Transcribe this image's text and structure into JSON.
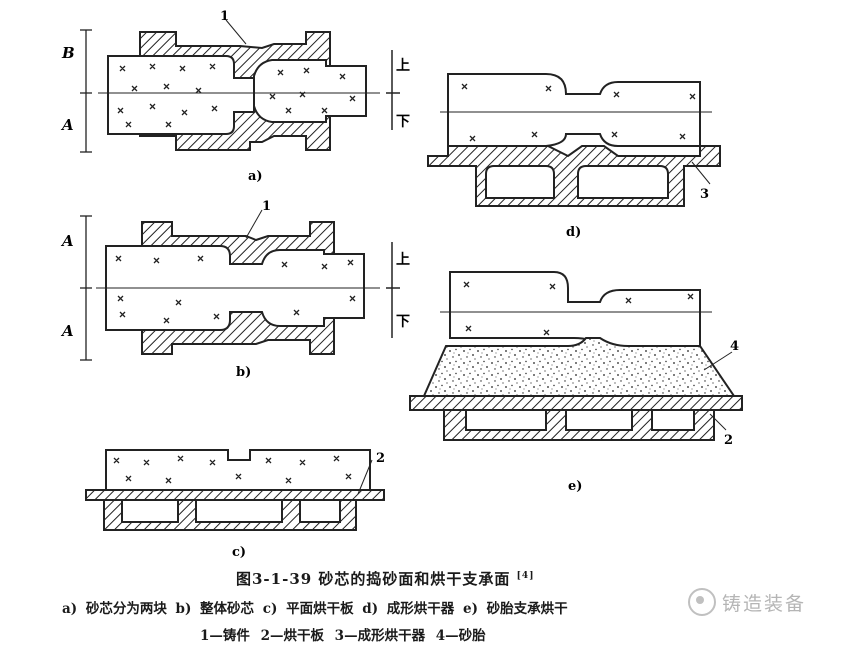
{
  "figure": {
    "title": "图3-1-39  砂芯的捣砂面和烘干支承面",
    "title_ref": "[4]",
    "subcaption": "a) 砂芯分为两块  b) 整体砂芯  c) 平面烘干板  d) 成形烘干器  e) 砂胎支承烘干",
    "legend": "1—铸件  2—烘干板  3—成形烘干器  4—砂胎"
  },
  "panels": {
    "a": {
      "label": "a)",
      "callout": "1",
      "dim_top": "B",
      "dim_bottom": "A",
      "side_top": "上",
      "side_bottom": "下"
    },
    "b": {
      "label": "b)",
      "callout": "1",
      "dim_top": "A",
      "dim_bottom": "A",
      "side_top": "上",
      "side_bottom": "下"
    },
    "c": {
      "label": "c)",
      "callout": "2"
    },
    "d": {
      "label": "d)",
      "callout": "3"
    },
    "e": {
      "label": "e)",
      "callout_sand": "4",
      "callout_plate": "2"
    }
  },
  "watermark": {
    "text": "铸造装备",
    "icon": "wechat-logo-icon"
  }
}
